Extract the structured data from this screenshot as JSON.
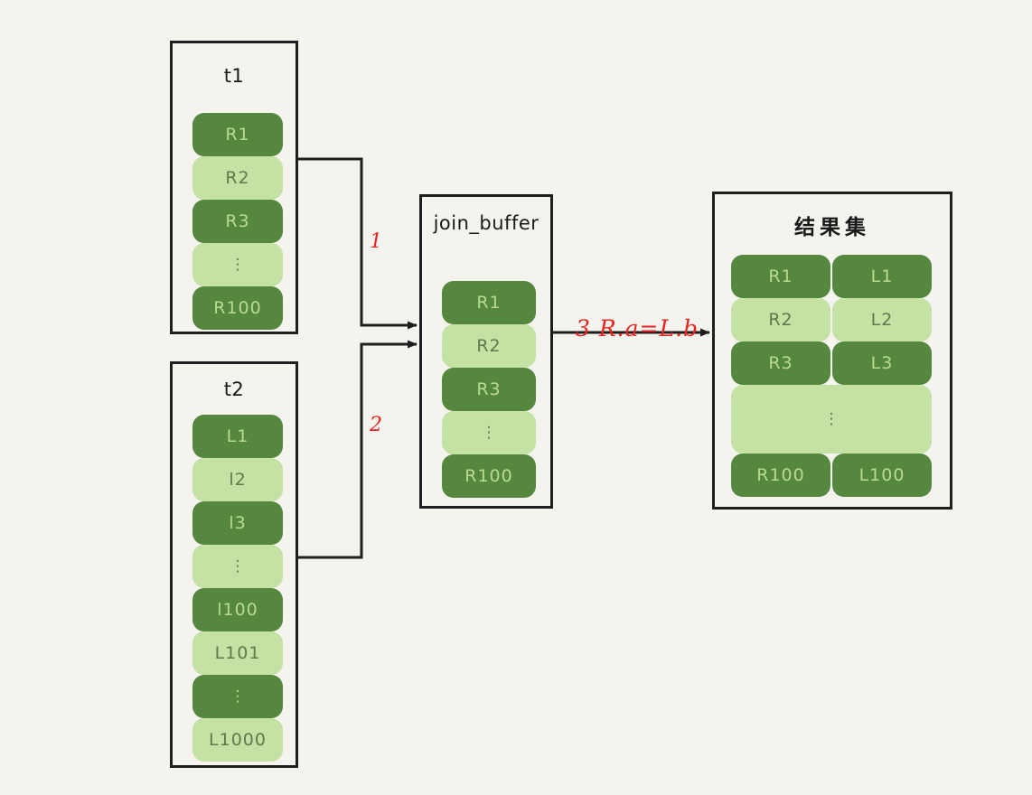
{
  "diagram": {
    "title": "MySQL Block Nested Loop Join with join_buffer",
    "background_color": "#f4f3ee",
    "border_color": "#1e1e1e",
    "dark_cell_color": "#55873f",
    "light_cell_color": "#c5e2a5",
    "annotation_color": "#e8231f"
  },
  "tables": {
    "t1": {
      "title": "t1",
      "rows": [
        {
          "label": "R1",
          "style": "dark"
        },
        {
          "label": "R2",
          "style": "light"
        },
        {
          "label": "R3",
          "style": "dark"
        },
        {
          "label": "⋮",
          "style": "light"
        },
        {
          "label": "R100",
          "style": "dark"
        }
      ]
    },
    "t2": {
      "title": "t2",
      "rows": [
        {
          "label": "L1",
          "style": "dark"
        },
        {
          "label": "l2",
          "style": "light"
        },
        {
          "label": "l3",
          "style": "dark"
        },
        {
          "label": "⋮",
          "style": "light"
        },
        {
          "label": "l100",
          "style": "dark"
        },
        {
          "label": "L101",
          "style": "light"
        },
        {
          "label": "⋮",
          "style": "dark"
        },
        {
          "label": "L1000",
          "style": "light"
        }
      ]
    },
    "join_buffer": {
      "title": "join_buffer",
      "rows": [
        {
          "label": "R1",
          "style": "dark"
        },
        {
          "label": "R2",
          "style": "light"
        },
        {
          "label": "R3",
          "style": "dark"
        },
        {
          "label": "⋮",
          "style": "light"
        },
        {
          "label": "R100",
          "style": "dark"
        }
      ]
    },
    "result_set": {
      "title": "结果集",
      "rows": [
        {
          "left": "R1",
          "right": "L1",
          "style": "dark",
          "merged": false
        },
        {
          "left": "R2",
          "right": "L2",
          "style": "light",
          "merged": false
        },
        {
          "left": "R3",
          "right": "L3",
          "style": "dark",
          "merged": false
        },
        {
          "left": "⋮",
          "right": "",
          "style": "light",
          "merged": true
        },
        {
          "left": "R100",
          "right": "L100",
          "style": "dark",
          "merged": false
        }
      ]
    }
  },
  "annotations": {
    "step1": "1",
    "step2": "2",
    "step3": "3  R.a=L.b"
  }
}
